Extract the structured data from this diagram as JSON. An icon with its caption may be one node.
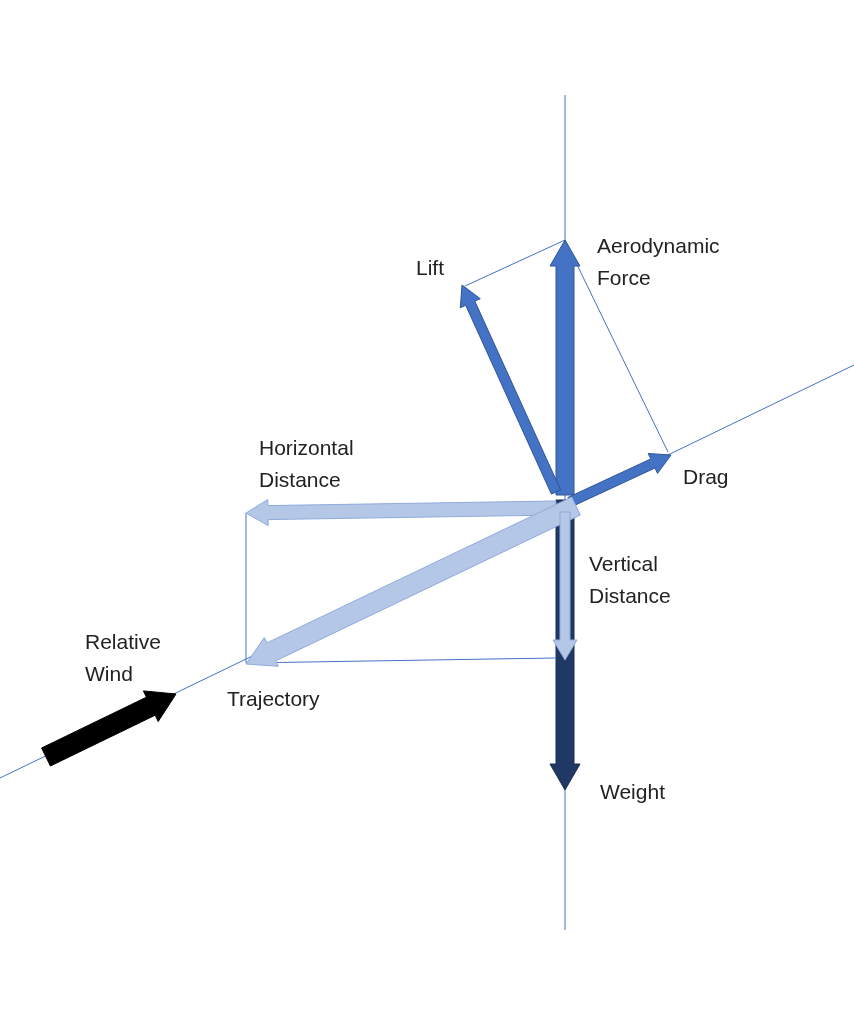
{
  "diagram": {
    "labels": [
      "Lift",
      "Aerodynamic Force",
      "Horizontal Distance",
      "Drag",
      "Vertical Distance",
      "Relative Wind",
      "Trajectory",
      "Weight"
    ]
  }
}
